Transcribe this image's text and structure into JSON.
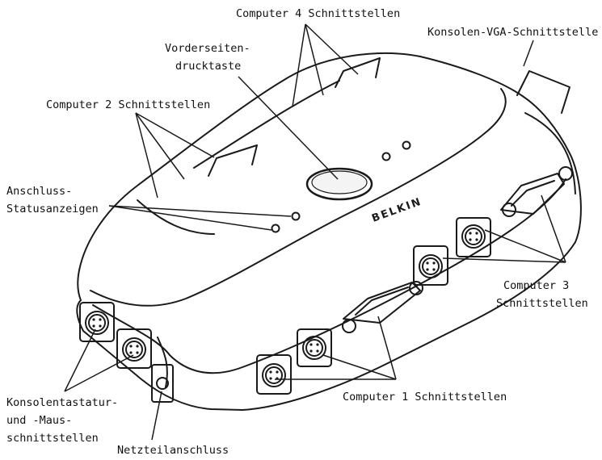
{
  "labels": {
    "computer4": "Computer 4 Schnittstellen",
    "konsolen_vga": "Konsolen-VGA-Schnittstelle",
    "vorderseiten_1": "Vorderseiten-",
    "vorderseiten_2": "drucktaste",
    "computer2": "Computer 2 Schnittstellen",
    "anschluss_1": "Anschluss-",
    "anschluss_2": "Statusanzeigen",
    "computer3_1": "Computer 3",
    "computer3_2": "Schnittstellen",
    "computer1": "Computer 1 Schnittstellen",
    "konsolentastatur_1": "Konsolentastatur-",
    "konsolentastatur_2": "und -Maus-",
    "konsolentastatur_3": "schnittstellen",
    "netzteil": "Netzteilanschluss"
  },
  "device": {
    "brand": "BELKIN"
  }
}
